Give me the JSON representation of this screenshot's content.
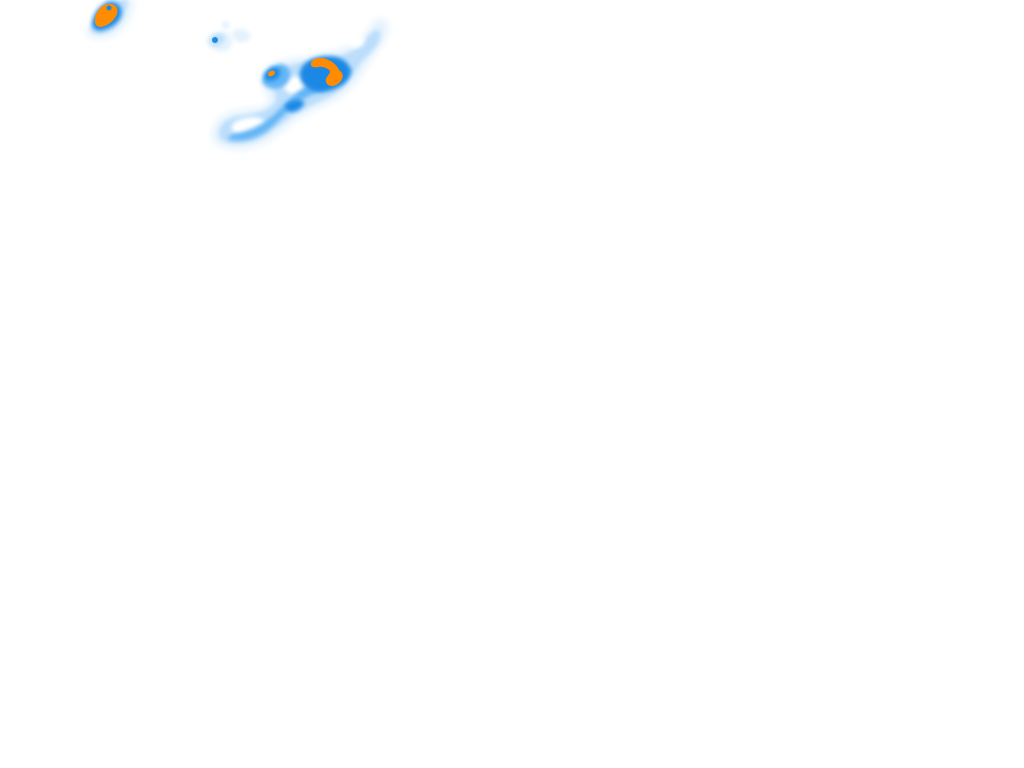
{
  "map": {
    "background_color": "#ffffff",
    "intensity_scale": [
      {
        "level": "very-light",
        "color": "#e3f2fd"
      },
      {
        "level": "light",
        "color": "#bbdefb"
      },
      {
        "level": "medium",
        "color": "#64b5f6"
      },
      {
        "level": "heavy",
        "color": "#1e88e5"
      },
      {
        "level": "intense",
        "color": "#ff8c00"
      }
    ]
  }
}
